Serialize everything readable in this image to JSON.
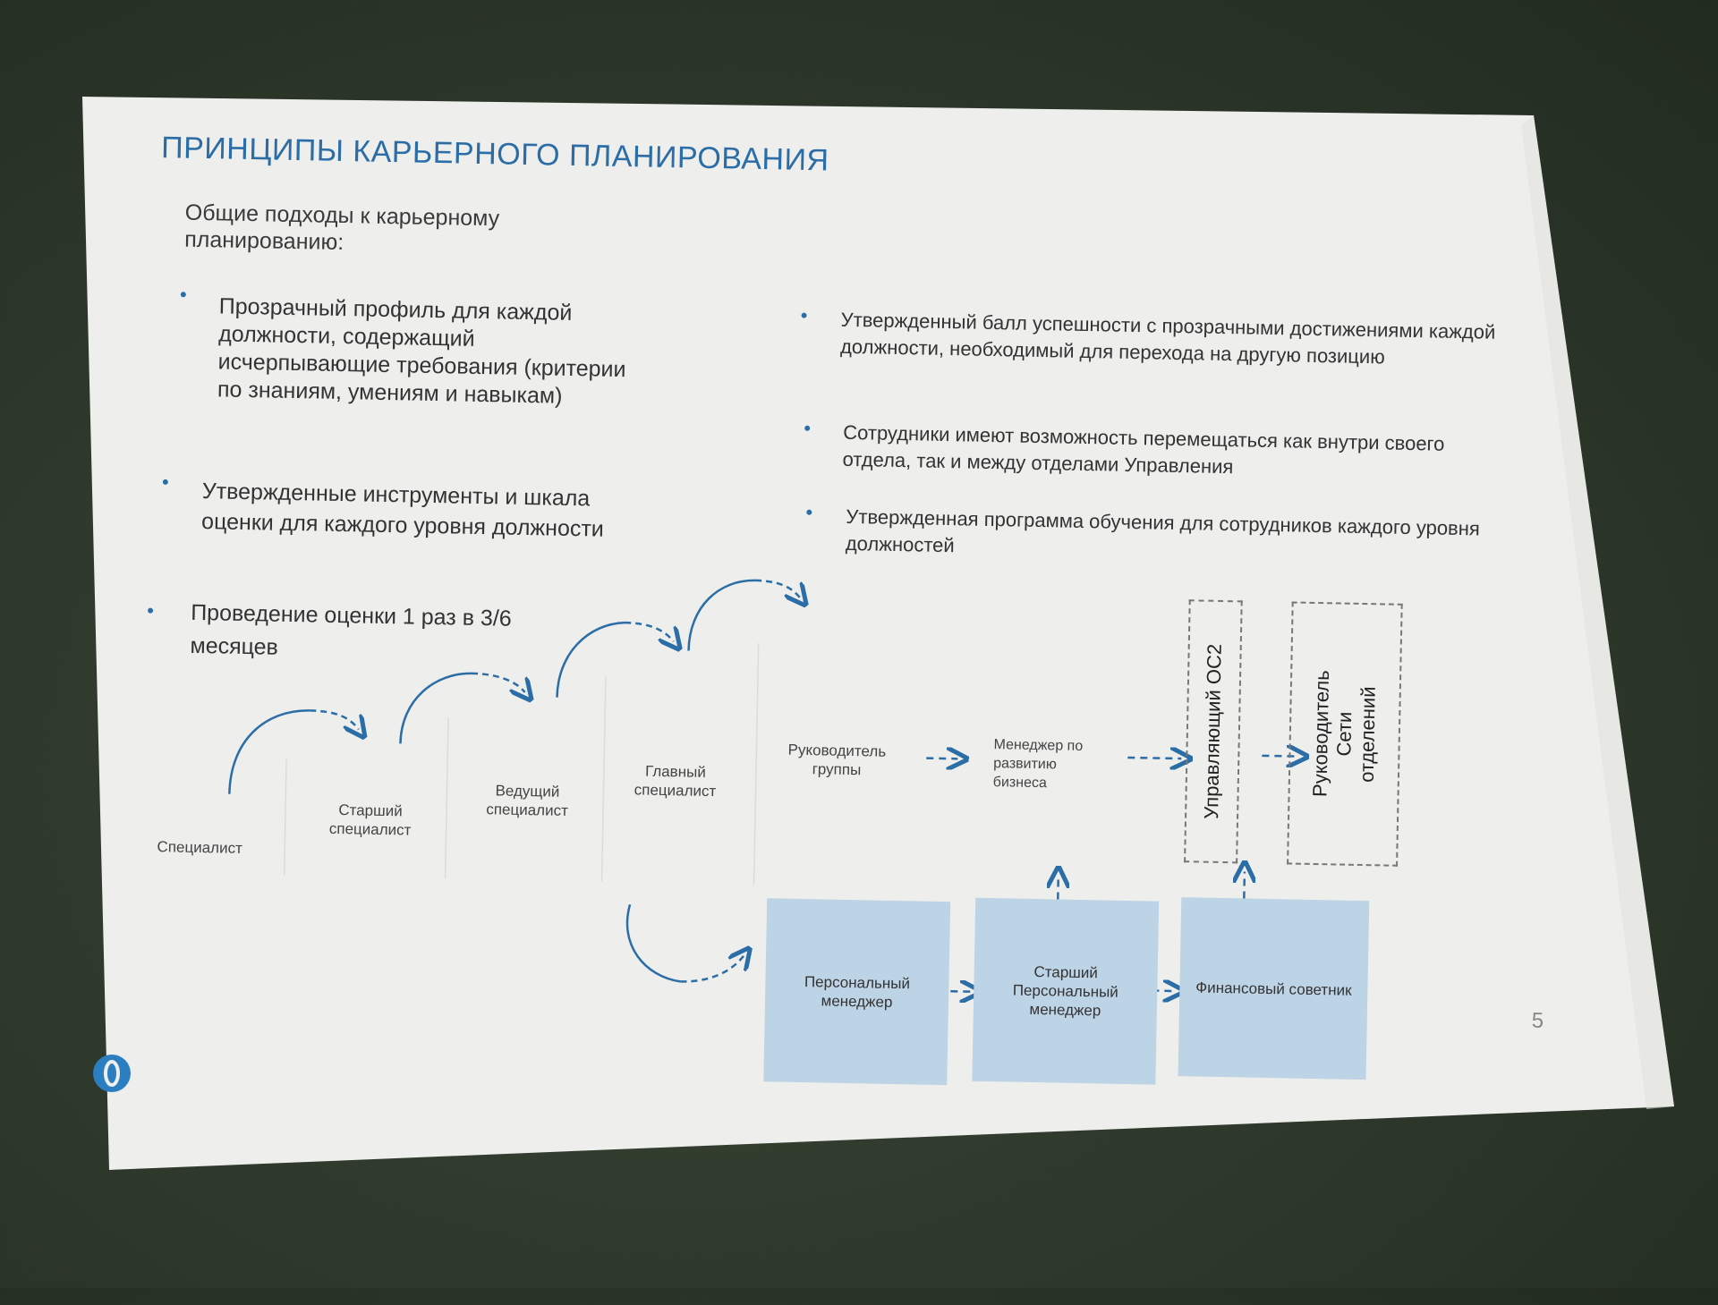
{
  "slide": {
    "title": "ПРИНЦИПЫ КАРЬЕРНОГО ПЛАНИРОВАНИЯ",
    "subtitle": "Общие подходы к карьерному планированию:",
    "left_bullets": [
      "Прозрачный профиль для каждой должности, содержащий исчерпывающие требования (критерии по знаниям, умениям и навыкам)",
      "Утвержденные инструменты и шкала оценки для каждого уровня должности",
      "Проведение оценки 1 раз в 3/6 месяцев"
    ],
    "right_bullets": [
      "Утвержденный балл успешности с прозрачными достижениями каждой должности, необходимый для перехода на другую позицию",
      "Сотрудники имеют возможность перемещаться как внутри своего отдела, так и между отделами Управления",
      "Утвержденная программа обучения для сотрудников каждого уровня должностей"
    ],
    "page_number": "5"
  },
  "diagram": {
    "steps": [
      "Специалист",
      "Старший специалист",
      "Ведущий специалист",
      "Главный специалист",
      "Руководитель группы",
      "Менеджер по развитию бизнеса"
    ],
    "top_roles": [
      "Управляющий ОС2",
      "Руководитель Сети отделений"
    ],
    "branch_roles": [
      "Персональный менеджер",
      "Старший Персональный менеджер",
      "Финансовый советник"
    ],
    "accent_color": "#2b6da6",
    "box_color": "#bdd3e6"
  }
}
